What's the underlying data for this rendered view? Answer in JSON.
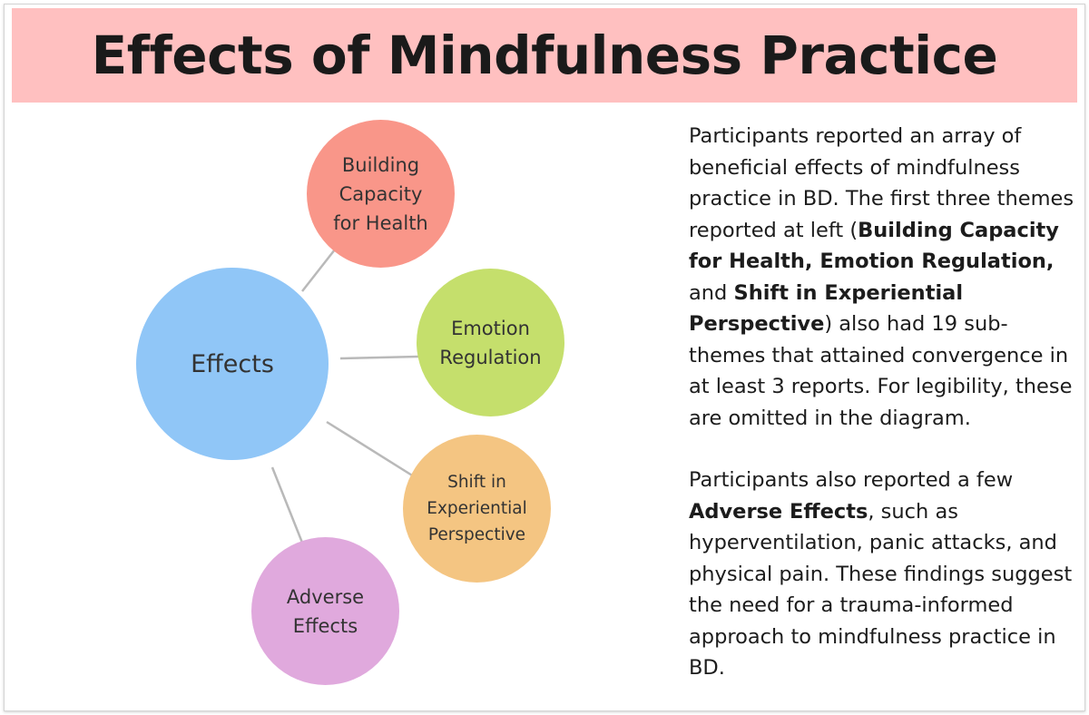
{
  "title": "Effects of Mindfulness Practice",
  "diagram": {
    "center": {
      "label": "Effects",
      "color": "#90c6f7"
    },
    "nodes": [
      {
        "label": "Building\nCapacity\nfor Health",
        "color": "#f99689"
      },
      {
        "label": "Emotion\nRegulation",
        "color": "#c5df6c"
      },
      {
        "label": "Shift in\nExperiential\nPerspective",
        "color": "#f4c582"
      },
      {
        "label": "Adverse\nEffects",
        "color": "#e0a9dd"
      }
    ],
    "connector_color": "#b9b9b9"
  },
  "text": {
    "p1_intro": "Participants reported an array of beneficial effects of mindfulness practice in BD. The first three themes reported at left (",
    "p1_bold1": "Building Capacity for Health, Emotion Regulation,",
    "p1_and": " and ",
    "p1_bold2": "Shift in Experiential Perspective",
    "p1_rest": ") also had 19 sub-themes that attained convergence in at least 3 reports. For legibility, these are omitted in the diagram.",
    "p2_intro": "Participants also reported a few ",
    "p2_bold": "Adverse Effects",
    "p2_rest": ", such as hyperventilation, panic attacks, and physical pain. These findings suggest the need for a trauma-informed approach to mindfulness practice in BD."
  }
}
